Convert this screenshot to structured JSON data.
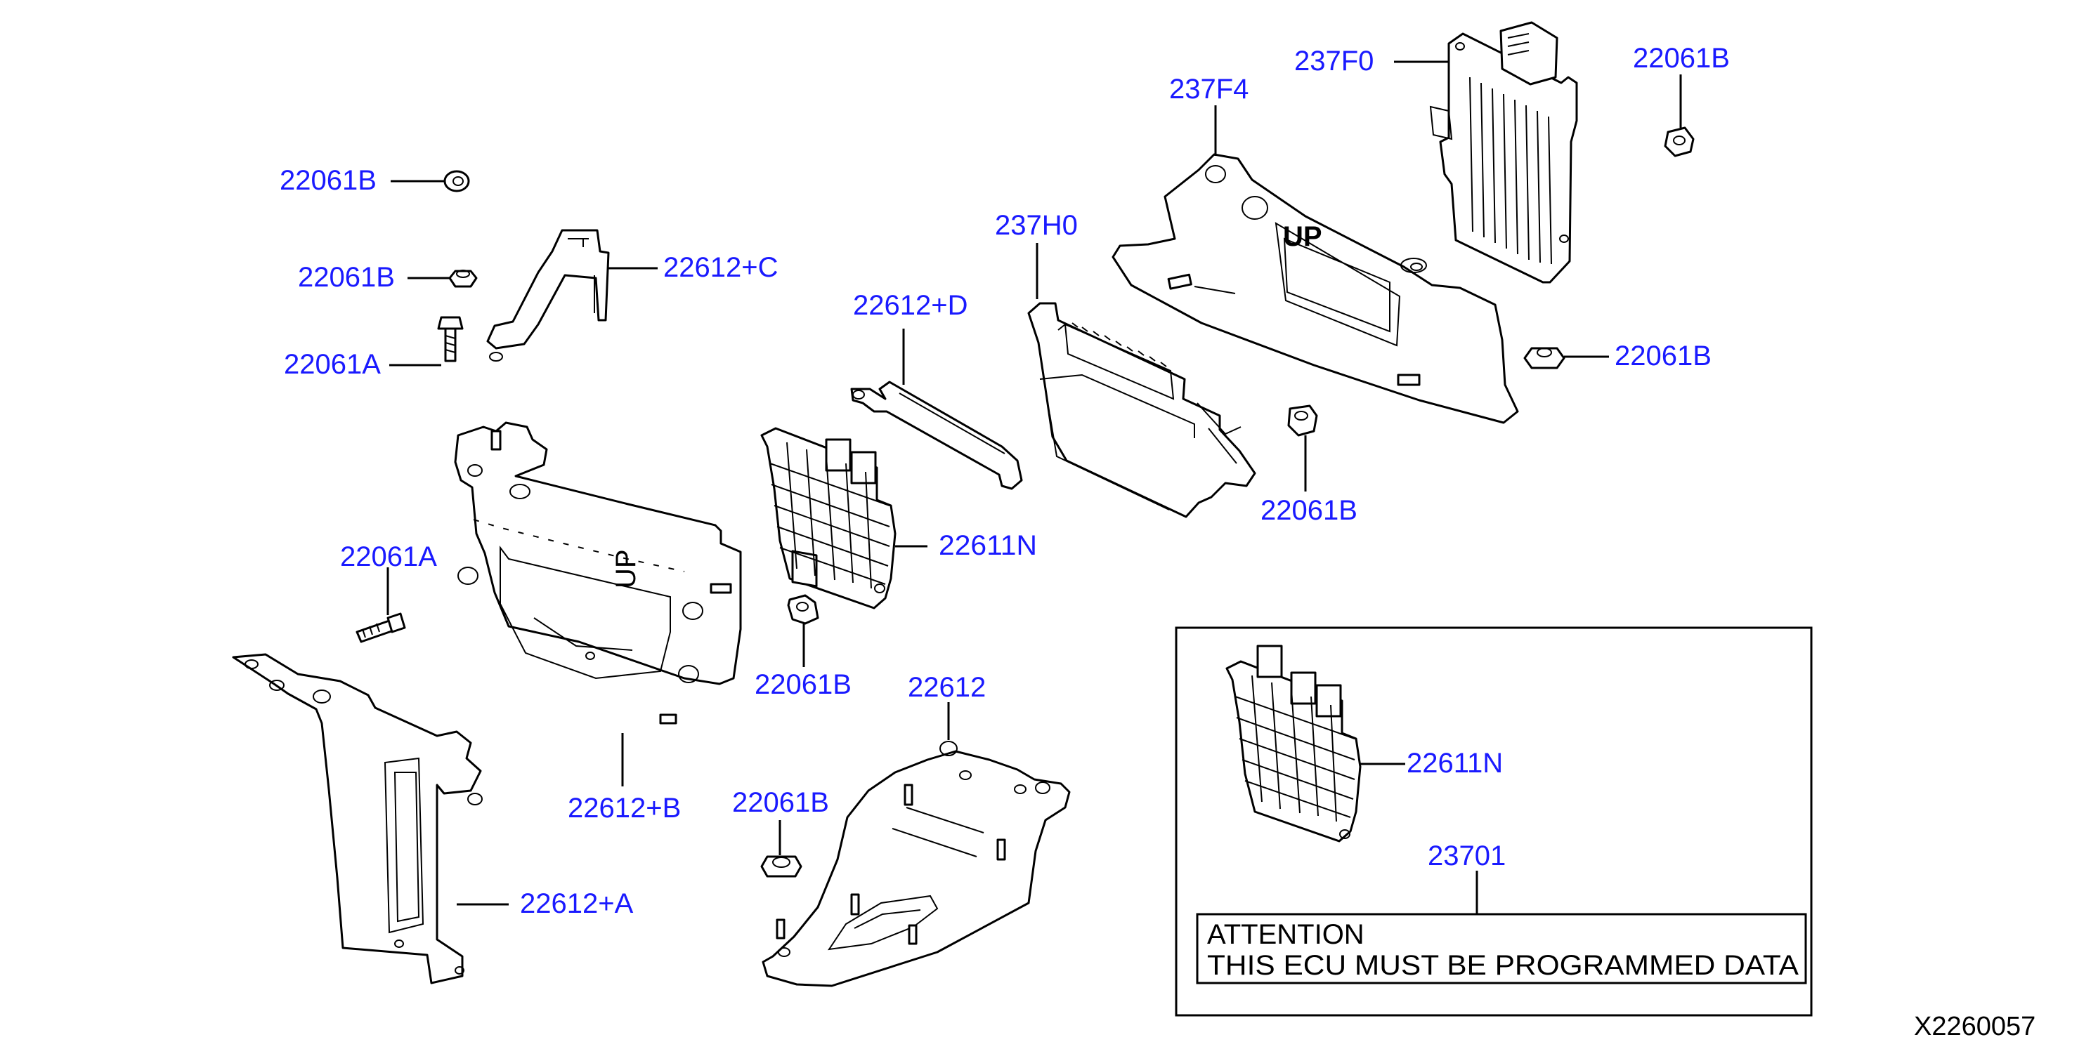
{
  "labels": {
    "l_22061B_1": "22061B",
    "l_22061B_2": "22061B",
    "l_22061A_1": "22061A",
    "l_22612C": "22612+C",
    "l_22061A_2": "22061A",
    "l_22612B": "22612+B",
    "l_22612A": "22612+A",
    "l_22612D": "22612+D",
    "l_22611N_main": "22611N",
    "l_22061B_3": "22061B",
    "l_22061B_4": "22061B",
    "l_22612": "22612",
    "l_237H0": "237H0",
    "l_237F4": "237F4",
    "l_237F0": "237F0",
    "l_22061B_5": "22061B",
    "l_22061B_6": "22061B",
    "l_22061B_7": "22061B",
    "l_22611N_inset": "22611N",
    "l_23701": "23701"
  },
  "inset": {
    "attention_line1": "ATTENTION",
    "attention_line2": "THIS ECU MUST BE PROGRAMMED DATA"
  },
  "up_marks": {
    "bracket_b": "UP",
    "bracket_f4": "UP"
  },
  "figure_id": "X2260057"
}
